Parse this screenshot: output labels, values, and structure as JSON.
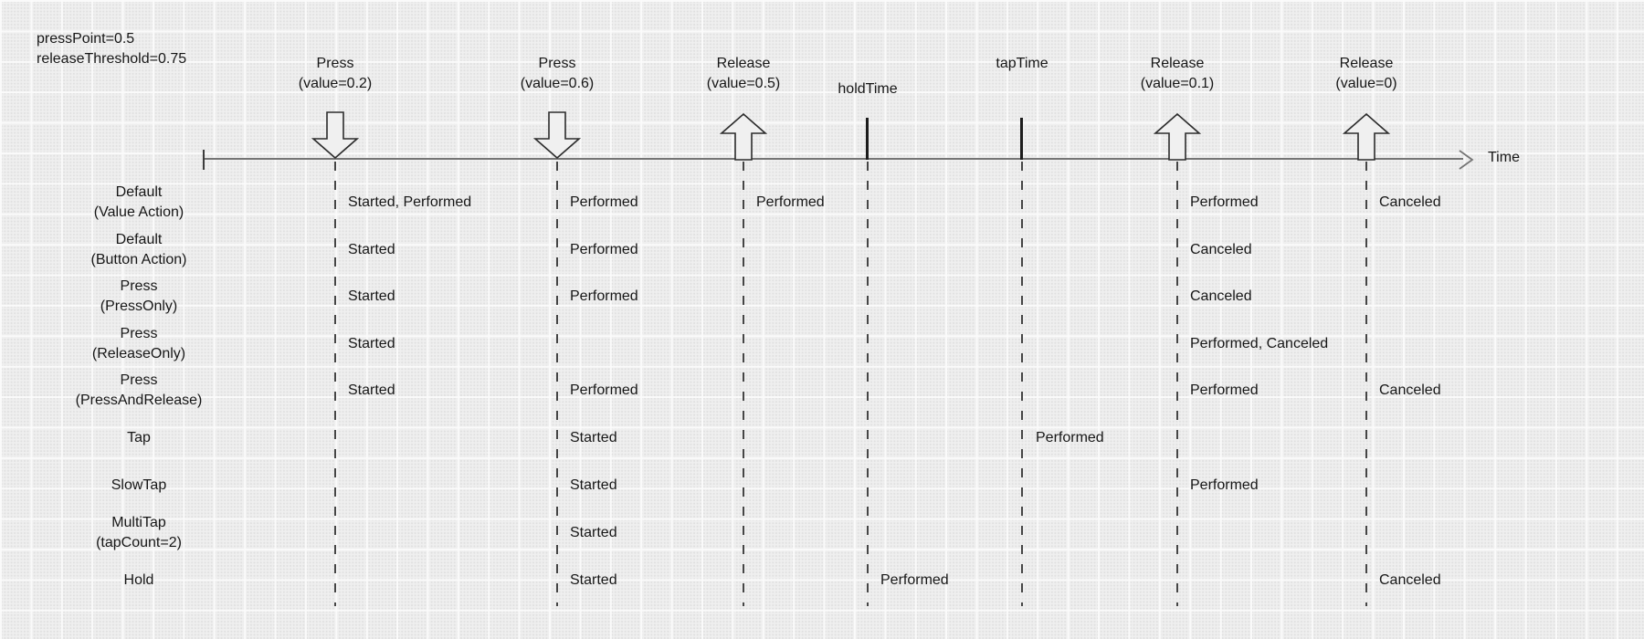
{
  "params": {
    "press_point": "pressPoint=0.5",
    "release_threshold": "releaseThreshold=0.75"
  },
  "axis": {
    "label": "Time"
  },
  "events": [
    {
      "id": "press-value-0-2",
      "line1": "Press",
      "line2": "(value=0.2)",
      "marker": "down-arrow"
    },
    {
      "id": "press-value-0-6",
      "line1": "Press",
      "line2": "(value=0.6)",
      "marker": "down-arrow"
    },
    {
      "id": "release-value-0-5",
      "line1": "Release",
      "line2": "(value=0.5)",
      "marker": "up-arrow"
    },
    {
      "id": "hold-time",
      "line1": "holdTime",
      "marker": "tick"
    },
    {
      "id": "tap-time",
      "line1": "tapTime",
      "marker": "tick"
    },
    {
      "id": "release-value-0-1",
      "line1": "Release",
      "line2": "(value=0.1)",
      "marker": "up-arrow"
    },
    {
      "id": "release-value-0",
      "line1": "Release",
      "line2": "(value=0)",
      "marker": "up-arrow"
    }
  ],
  "rows": [
    {
      "line1": "Default",
      "line2": "(Value Action)"
    },
    {
      "line1": "Default",
      "line2": "(Button Action)"
    },
    {
      "line1": "Press",
      "line2": "(PressOnly)"
    },
    {
      "line1": "Press",
      "line2": "(ReleaseOnly)"
    },
    {
      "line1": "Press",
      "line2": "(PressAndRelease)"
    },
    {
      "line1": "Tap"
    },
    {
      "line1": "SlowTap"
    },
    {
      "line1": "MultiTap",
      "line2": "(tapCount=2)"
    },
    {
      "line1": "Hold"
    }
  ],
  "cells": [
    {
      "row": "Default (Value Action)",
      "event": "press-value-0-2",
      "text": "Started, Performed"
    },
    {
      "row": "Default (Value Action)",
      "event": "press-value-0-6",
      "text": "Performed"
    },
    {
      "row": "Default (Value Action)",
      "event": "release-value-0-5",
      "text": "Performed"
    },
    {
      "row": "Default (Value Action)",
      "event": "release-value-0-1",
      "text": "Performed"
    },
    {
      "row": "Default (Value Action)",
      "event": "release-value-0",
      "text": "Canceled"
    },
    {
      "row": "Default (Button Action)",
      "event": "press-value-0-2",
      "text": "Started"
    },
    {
      "row": "Default (Button Action)",
      "event": "press-value-0-6",
      "text": "Performed"
    },
    {
      "row": "Default (Button Action)",
      "event": "release-value-0-1",
      "text": "Canceled"
    },
    {
      "row": "Press (PressOnly)",
      "event": "press-value-0-2",
      "text": "Started"
    },
    {
      "row": "Press (PressOnly)",
      "event": "press-value-0-6",
      "text": "Performed"
    },
    {
      "row": "Press (PressOnly)",
      "event": "release-value-0-1",
      "text": "Canceled"
    },
    {
      "row": "Press (ReleaseOnly)",
      "event": "press-value-0-2",
      "text": "Started"
    },
    {
      "row": "Press (ReleaseOnly)",
      "event": "release-value-0-1",
      "text": "Performed, Canceled"
    },
    {
      "row": "Press (PressAndRelease)",
      "event": "press-value-0-2",
      "text": "Started"
    },
    {
      "row": "Press (PressAndRelease)",
      "event": "press-value-0-6",
      "text": "Performed"
    },
    {
      "row": "Press (PressAndRelease)",
      "event": "release-value-0-1",
      "text": "Performed"
    },
    {
      "row": "Press (PressAndRelease)",
      "event": "release-value-0",
      "text": "Canceled"
    },
    {
      "row": "Tap",
      "event": "press-value-0-6",
      "text": "Started"
    },
    {
      "row": "Tap",
      "event": "tap-time",
      "text": "Performed"
    },
    {
      "row": "SlowTap",
      "event": "press-value-0-6",
      "text": "Started"
    },
    {
      "row": "SlowTap",
      "event": "release-value-0-1",
      "text": "Performed"
    },
    {
      "row": "MultiTap (tapCount=2)",
      "event": "press-value-0-6",
      "text": "Started"
    },
    {
      "row": "Hold",
      "event": "press-value-0-6",
      "text": "Started"
    },
    {
      "row": "Hold",
      "event": "hold-time",
      "text": "Performed"
    },
    {
      "row": "Hold",
      "event": "release-value-0",
      "text": "Canceled"
    }
  ]
}
